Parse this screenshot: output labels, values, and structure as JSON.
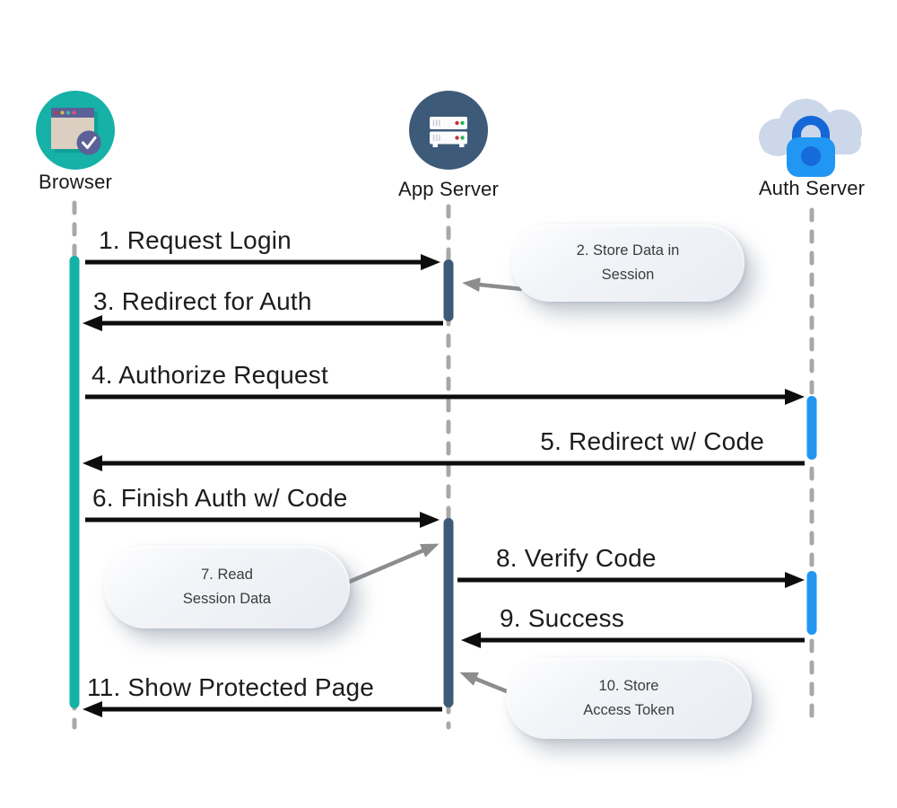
{
  "diagram_type": "sequence-diagram",
  "actors": [
    {
      "label": "Browser",
      "icon": "browser-window-icon",
      "activation_color": "#14b1a7"
    },
    {
      "label": "App Server",
      "icon": "server-rack-icon",
      "activation_color": "#3d5a78"
    },
    {
      "label": "Auth Server",
      "icon": "cloud-lock-icon",
      "activation_color": "#2196f3"
    }
  ],
  "messages": [
    {
      "label": "1. Request Login",
      "from": "Browser",
      "to": "App Server",
      "direction": "right"
    },
    {
      "label": "3. Redirect for Auth",
      "from": "App Server",
      "to": "Browser",
      "direction": "left"
    },
    {
      "label": "4. Authorize Request",
      "from": "Browser",
      "to": "Auth Server",
      "direction": "right"
    },
    {
      "label": "5. Redirect w/ Code",
      "from": "Auth Server",
      "to": "Browser",
      "direction": "left"
    },
    {
      "label": "6. Finish Auth w/ Code",
      "from": "Browser",
      "to": "App Server",
      "direction": "right"
    },
    {
      "label": "8. Verify Code",
      "from": "App Server",
      "to": "Auth Server",
      "direction": "right"
    },
    {
      "label": "9. Success",
      "from": "Auth Server",
      "to": "App Server",
      "direction": "left"
    },
    {
      "label": "11. Show Protected Page",
      "from": "App Server",
      "to": "Browser",
      "direction": "left"
    }
  ],
  "notes": [
    {
      "line1": "2. Store Data in",
      "line2": "Session",
      "attached_to": "App Server"
    },
    {
      "line1": "7. Read",
      "line2": "Session Data",
      "attached_to": "App Server"
    },
    {
      "line1": "10. Store",
      "line2": "Access Token",
      "attached_to": "App Server"
    }
  ],
  "colors": {
    "browser_activation": "#14b1a7",
    "app_server_activation": "#3d5a78",
    "auth_server_activation": "#2196f3",
    "message_arrow": "#0d0d0d",
    "note_connector_arrow": "#8d8d8d",
    "lifeline_dash": "#a8a8a8",
    "note_fill": "#edeff4",
    "background": "#ffffff"
  }
}
